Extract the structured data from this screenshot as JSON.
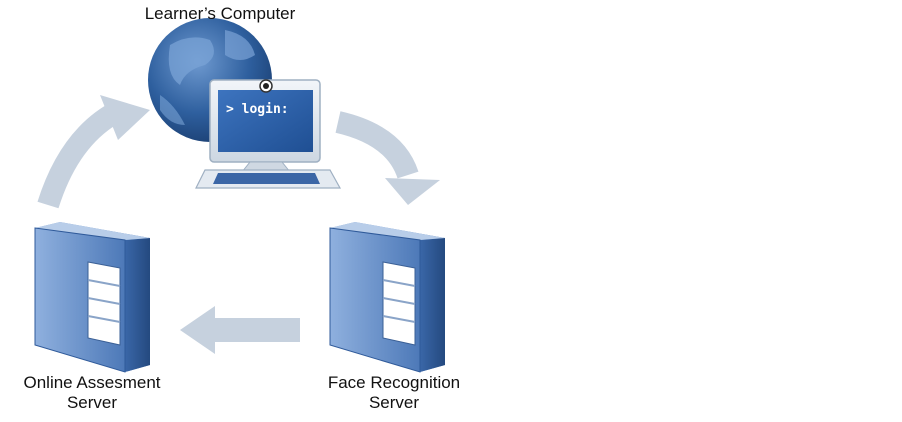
{
  "labels": {
    "learner_computer": "Learner’s Computer",
    "online_assessment": [
      "Online Assesment",
      "Server"
    ],
    "face_recognition": [
      "Face Recognition",
      "Server"
    ]
  },
  "screen": {
    "prompt": "> login:"
  },
  "colors": {
    "arrow": "#c6d1de",
    "server_blue": "#5b86c4",
    "server_dark": "#2f5a9a",
    "monitor_bezel": "#dfe7ef",
    "screen_blue": "#2b5fa8",
    "globe_blue": "#2c5f9c"
  },
  "icons": [
    "globe-icon",
    "monitor-icon",
    "keyboard-icon",
    "webcam-icon",
    "server-icon"
  ]
}
